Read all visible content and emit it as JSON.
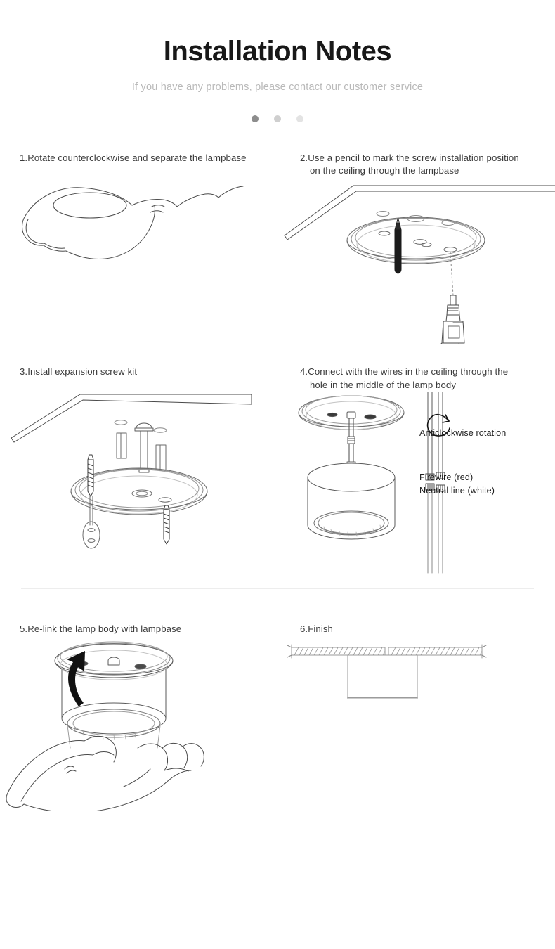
{
  "header": {
    "title": "Installation Notes",
    "subtitle": "If you have any problems, please contact our customer service",
    "dots": [
      {
        "name": "pagination-dot-1",
        "color": "#8d8d8d"
      },
      {
        "name": "pagination-dot-2",
        "color": "#cfcfcf"
      },
      {
        "name": "pagination-dot-3",
        "color": "#e3e3e3"
      }
    ]
  },
  "steps": [
    {
      "number": "1.",
      "text": "Rotate counterclockwise and separate the lampbase",
      "text_line2": "",
      "illustration": "hand-rotating-lamp-body"
    },
    {
      "number": "2.",
      "text": "Use a pencil to mark the screw installation position",
      "text_line2": "on the ceiling through the lampbase",
      "illustration": "ceiling-lampbase-pencil-drill"
    },
    {
      "number": "3.",
      "text": "Install expansion screw kit",
      "text_line2": "",
      "illustration": "ceiling-expansion-screws"
    },
    {
      "number": "4.",
      "text": "Connect with the wires in the ceiling through the",
      "text_line2": "hole in the middle of the lamp body",
      "illustration": "lamp-hanging-with-wires"
    },
    {
      "number": "5.",
      "text": "Re-link the lamp body with lampbase",
      "text_line2": "",
      "illustration": "hand-attaching-lamp-body"
    },
    {
      "number": "6.",
      "text": "Finish",
      "text_line2": "",
      "illustration": "mounted-lamp-cross-section"
    }
  ],
  "wire_legend": {
    "rotation": "Anticlockwise rotation",
    "firewire": "Firewire (red)",
    "neutral": "Neutral line (white)"
  },
  "colors": {
    "title": "#181818",
    "subtitle": "#b9b9b9",
    "step_text": "#3a3a3a",
    "legend_text": "#1d1d1d",
    "line_art": "#4a4a4a",
    "divider": "#ededed",
    "accent_red": "#e8232a",
    "background": "#ffffff"
  }
}
